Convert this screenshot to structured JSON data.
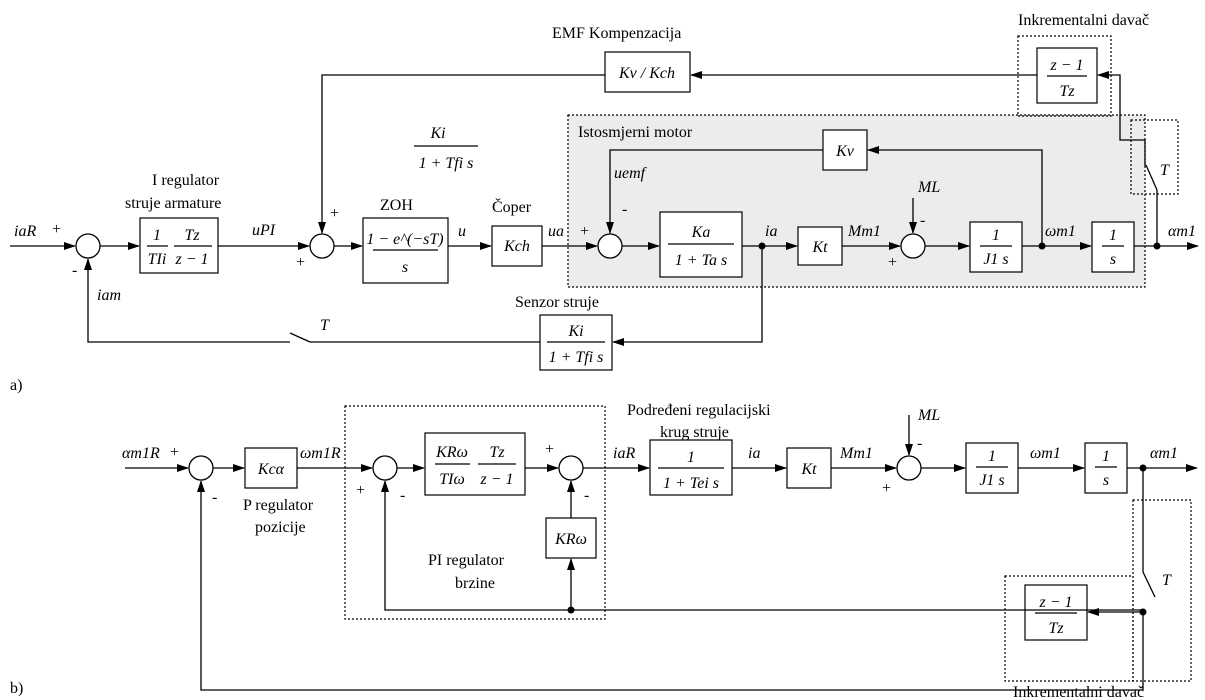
{
  "labels": {
    "panel_a": "a)",
    "panel_b": "b)",
    "emf": "EMF Kompenzacija",
    "inc_a": "Inkrementalni davač",
    "inc_b": "Inkrementalni davač",
    "motor": "Istosmjerni motor",
    "ireg1": "I regulator",
    "ireg2": "struje armature",
    "zoh": "ZOH",
    "coper": "Čoper",
    "senzor": "Senzor struje",
    "preg1": "P regulator",
    "preg2": "pozicije",
    "pireg1": "PI regulator",
    "pireg2": "brzine",
    "sub1": "Podređeni regulacijski",
    "sub2": "krug struje"
  },
  "blocks": {
    "kv_kch": "Kv / Kch",
    "inc_num": "z − 1",
    "inc_den": "Tz",
    "kv": "Kv",
    "ka_num": "Ka",
    "ka_den": "1 + Ta s",
    "kt": "Kt",
    "j1_num": "1",
    "j1_den": "J1 s",
    "int_num": "1",
    "int_den": "s",
    "pi_frac1_num": "1",
    "pi_frac1_den": "TIi",
    "pi_frac2_num": "Tz",
    "pi_frac2_den": "z − 1",
    "zoh_num": "1 − e^(−sT)",
    "zoh_den": "s",
    "kch": "Kch",
    "ki_num": "Ki",
    "ki_den": "1 + Tfi s",
    "kca": "Kcα",
    "pib_num1": "KRω",
    "pib_den1": "TIω",
    "pib_num2": "Tz",
    "pib_den2": "z − 1",
    "krw": "KRω",
    "sub_num": "1",
    "sub_den": "1 + Tei s"
  },
  "signals": {
    "iaR": "iaR",
    "iam": "iam",
    "uPI": "uPI",
    "u": "u",
    "ua": "ua",
    "uemf": "uemf",
    "ia": "ia",
    "ML": "ML",
    "Mm1": "Mm1",
    "wm1": "ωm1",
    "am1": "αm1",
    "T": "T",
    "am1R": "αm1R",
    "wm1R": "ωm1R"
  },
  "signs": {
    "plus": "+",
    "minus": "-"
  }
}
